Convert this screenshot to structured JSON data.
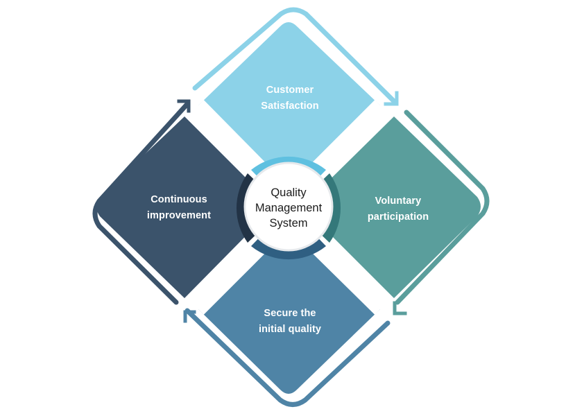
{
  "diagram": {
    "center": {
      "lines": [
        "Quality",
        "Management",
        "System"
      ]
    },
    "segments": {
      "top": {
        "lines": [
          "Customer",
          "Satisfaction"
        ],
        "color": "#8cd2e8",
        "arc_color": "#5fc0e0",
        "arrow_color": "#8cd2e8"
      },
      "right": {
        "lines": [
          "Voluntary",
          "participation"
        ],
        "color": "#5a9e9c",
        "arc_color": "#34787a",
        "arrow_color": "#5a9e9c"
      },
      "bottom": {
        "lines": [
          "Secure the",
          "initial quality"
        ],
        "color": "#4f84a6",
        "arc_color": "#2f5f82",
        "arrow_color": "#4f84a6"
      },
      "left": {
        "lines": [
          "Continuous",
          "improvement"
        ],
        "color": "#3b536b",
        "arc_color": "#223346",
        "arrow_color": "#3b536b"
      }
    }
  }
}
